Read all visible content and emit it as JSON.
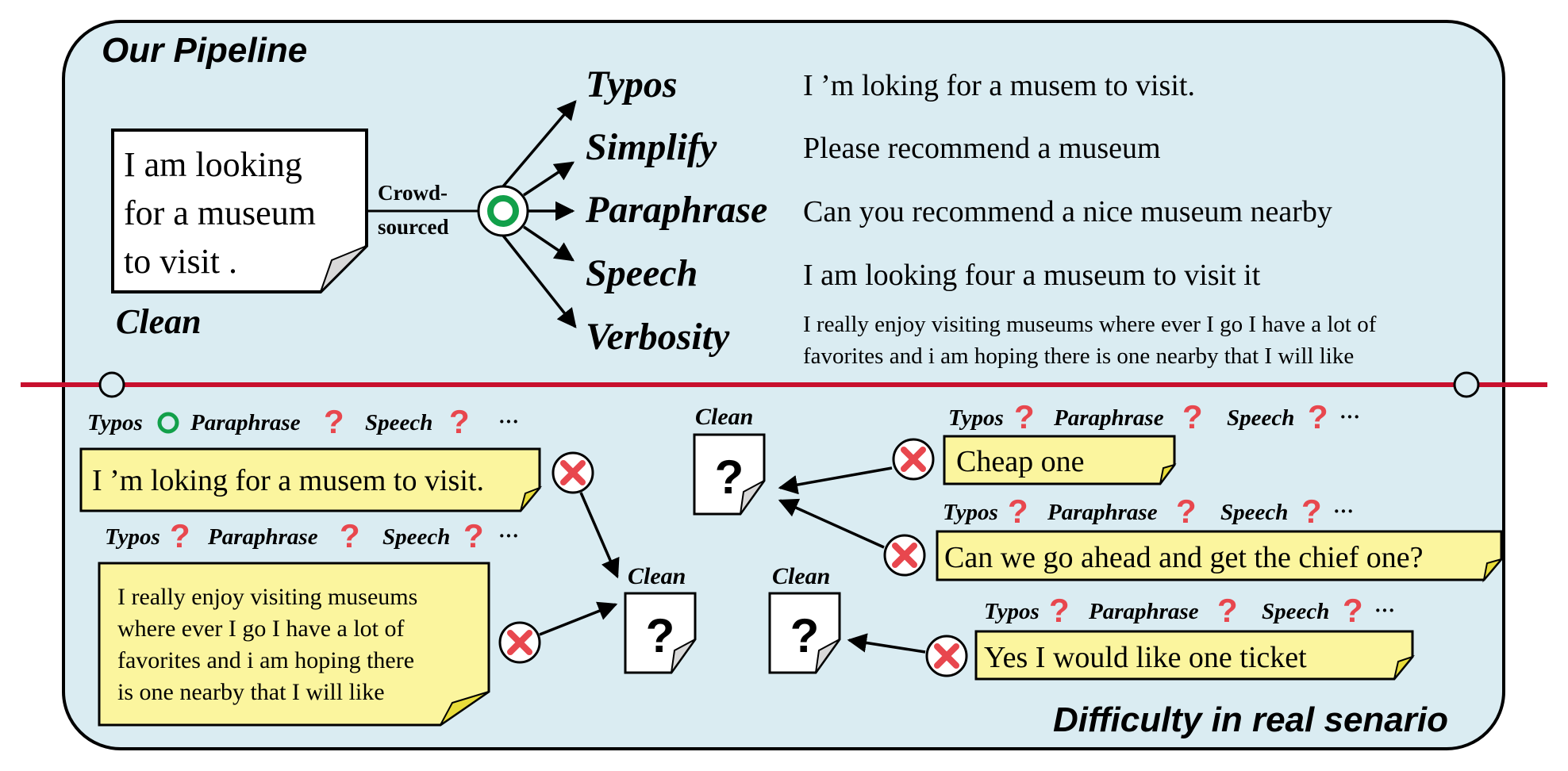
{
  "pipeline": {
    "title": "Our Pipeline",
    "clean_doc_lines": [
      "I  am  looking",
      "for a museum",
      "to visit ."
    ],
    "clean_label": "Clean",
    "crowd_lines": [
      "Crowd-",
      "sourced"
    ],
    "variants": [
      {
        "name": "Typos",
        "example": "I ’m loking for a musem to visit."
      },
      {
        "name": "Simplify",
        "example": "Please recommend a museum"
      },
      {
        "name": "Paraphrase",
        "example": "Can you recommend a nice museum nearby"
      },
      {
        "name": "Speech",
        "example": "I am looking four a museum to visit it"
      },
      {
        "name": "Verbosity",
        "example_lines": [
          "I really enjoy visiting museums where ever I go I have a lot of",
          "favorites and i am hoping there is one nearby that I will like"
        ]
      }
    ]
  },
  "real": {
    "title": "Difficulty in real senario",
    "tag_typos": "Typos",
    "tag_paraphrase": "Paraphrase",
    "tag_speech": "Speech",
    "tag_more": "···",
    "question_mark": "?",
    "clean_label": "Clean",
    "left_note1": "I ’m loking for a musem to visit.",
    "left_note2_lines": [
      "I  really  enjoy  visiting  museums",
      "where ever  I  go  I  have  a  lot  of",
      "favorites and i am hoping  there",
      "is one nearby that I will like"
    ],
    "right_note1": "Cheap one",
    "right_note2": "Can we go ahead and get the chief one?",
    "right_note3": "Yes I would like one ticket"
  },
  "colors": {
    "panel_bg": "#daecf2",
    "divider": "#c8102e",
    "check_green": "#12a04a",
    "question_red": "#e8474e",
    "note_yellow": "#fbf59e"
  }
}
